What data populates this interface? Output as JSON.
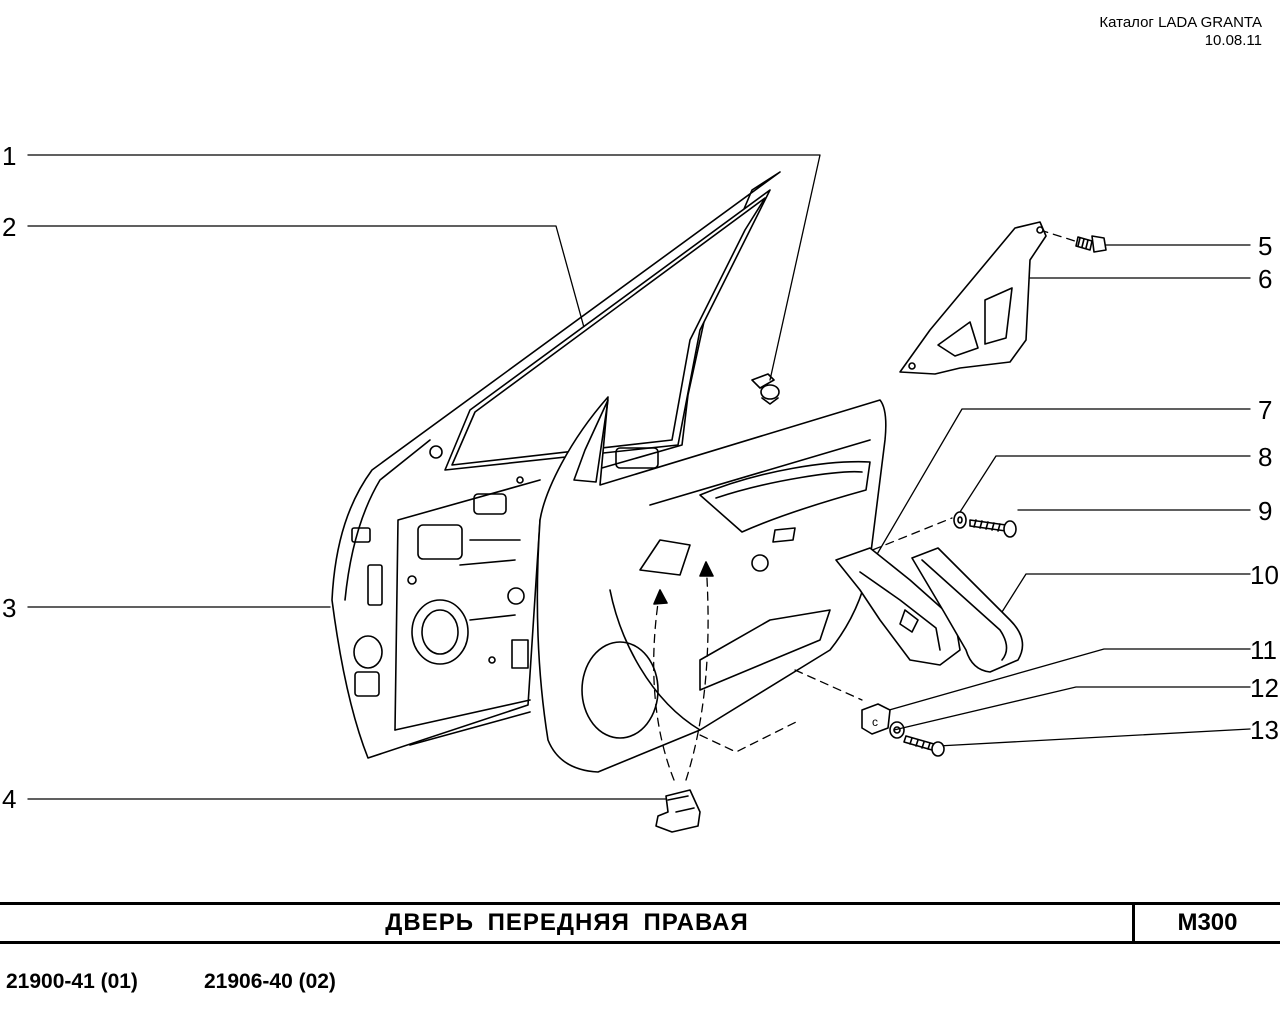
{
  "header": {
    "catalog": "Каталог LADA  GRANTA",
    "date": "10.08.11"
  },
  "callouts": [
    "1",
    "2",
    "3",
    "4",
    "5",
    "6",
    "7",
    "8",
    "9",
    "10",
    "11",
    "12",
    "13"
  ],
  "title_block": {
    "title": "ДВЕРЬ  ПЕРЕДНЯЯ  ПРАВАЯ",
    "code": "М300"
  },
  "models": [
    "21900-41 (01)",
    "21906-40 (02)"
  ]
}
